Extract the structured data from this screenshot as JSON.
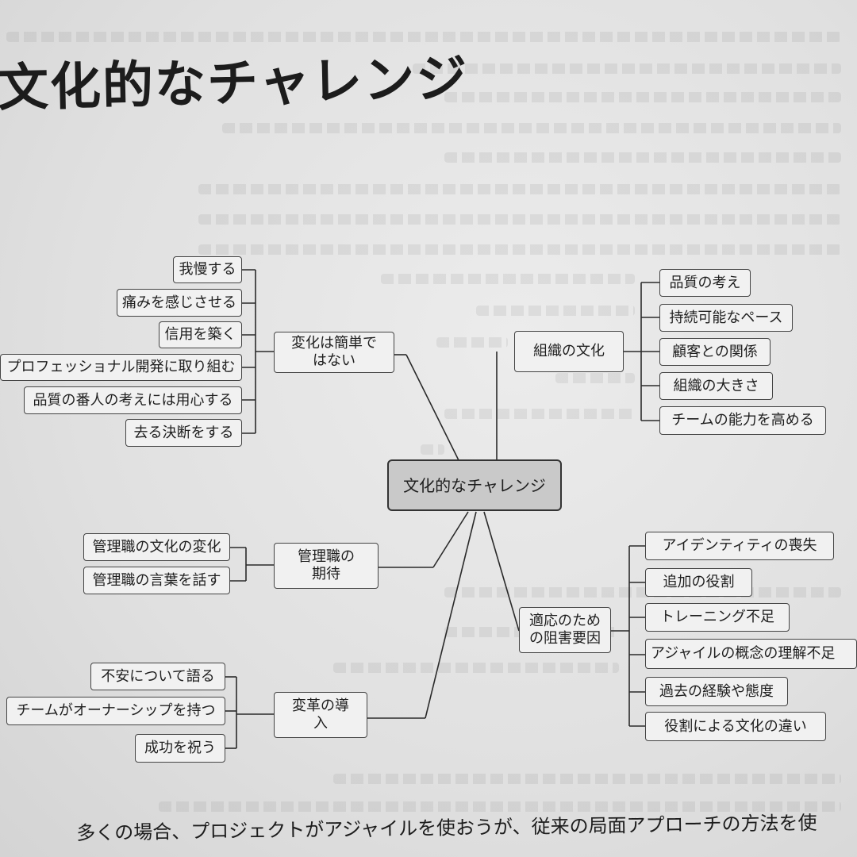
{
  "title": "文化的なチャレンジ",
  "center": "文化的なチャレンジ",
  "branches": {
    "not_easy": {
      "label": "変化は簡単ではない",
      "leaves": [
        "我慢する",
        "痛みを感じさせる",
        "信用を築く",
        "プロフェッショナル開発に取り組む",
        "品質の番人の考えには用心する",
        "去る決断をする"
      ]
    },
    "org_culture": {
      "label": "組織の文化",
      "leaves": [
        "品質の考え",
        "持続可能なペース",
        "顧客との関係",
        "組織の大きさ",
        "チームの能力を高める"
      ]
    },
    "management": {
      "label": "管理職の期待",
      "leaves": [
        "管理職の文化の変化",
        "管理職の言葉を話す"
      ]
    },
    "obstacles": {
      "label": "適応のための阻害要因",
      "leaves": [
        "アイデンティティの喪失",
        "追加の役割",
        "トレーニング不足",
        "アジャイルの概念の理解不足",
        "過去の経験や態度",
        "役割による文化の違い"
      ]
    },
    "introduce": {
      "label": "変革の導入",
      "leaves": [
        "不安について語る",
        "チームがオーナーシップを持つ",
        "成功を祝う"
      ]
    }
  },
  "footer": "多くの場合、プロジェクトがアジャイルを使おうが、従来の局面アプローチの方法を使"
}
